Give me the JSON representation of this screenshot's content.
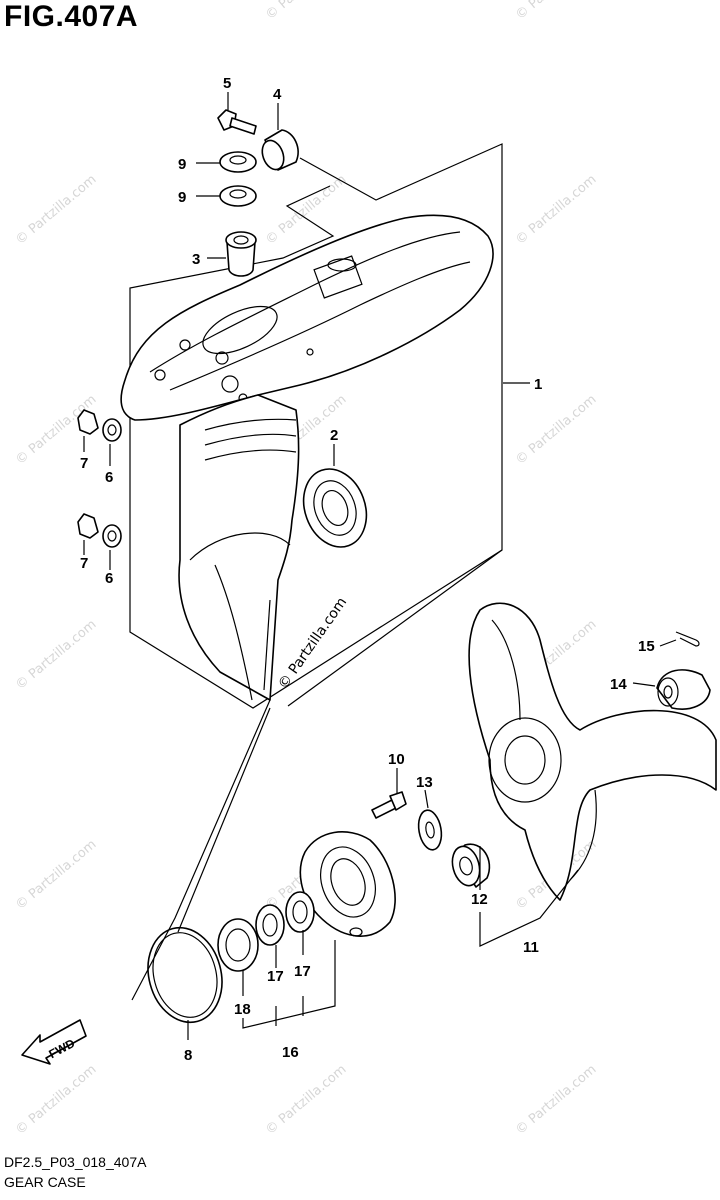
{
  "figure": {
    "title": "FIG.407A"
  },
  "watermark": {
    "text": "© Partzilla.com"
  },
  "callouts": {
    "p1": "1",
    "p2": "2",
    "p3": "3",
    "p4": "4",
    "p5": "5",
    "p6a": "6",
    "p6b": "6",
    "p7a": "7",
    "p7b": "7",
    "p8": "8",
    "p9a": "9",
    "p9b": "9",
    "p10": "10",
    "p11": "11",
    "p12": "12",
    "p13": "13",
    "p14": "14",
    "p15": "15",
    "p16": "16",
    "p17a": "17",
    "p17b": "17",
    "p18": "18"
  },
  "fwd_label": "FWD",
  "footer": {
    "code": "DF2.5_P03_018_407A",
    "name": "GEAR CASE"
  }
}
